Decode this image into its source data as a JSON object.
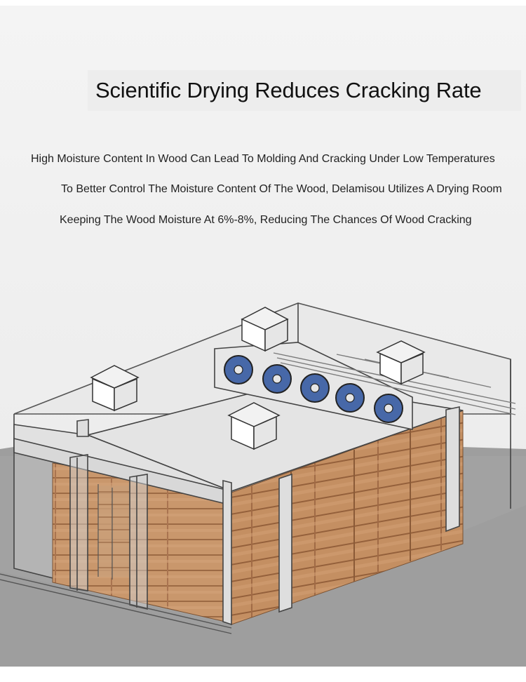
{
  "header": {
    "title": "Scientific Drying Reduces Cracking Rate"
  },
  "description": {
    "lines": [
      "High Moisture Content In Wood Can Lead To Molding And Cracking Under Low Temperatures",
      "To Better Control The Moisture Content Of The Wood, Delamisou Utilizes A Drying Room",
      "Keeping The Wood Moisture At 6%-8%, Reducing The Chances Of Wood Cracking"
    ]
  },
  "illustration": {
    "subject": "drying-room-illustration",
    "colors": {
      "wood": "#c9976c",
      "wood_dark": "#9c6a44",
      "fan": "#3f5f9e",
      "floor": "#9a9a9a",
      "outline": "#444444"
    }
  }
}
